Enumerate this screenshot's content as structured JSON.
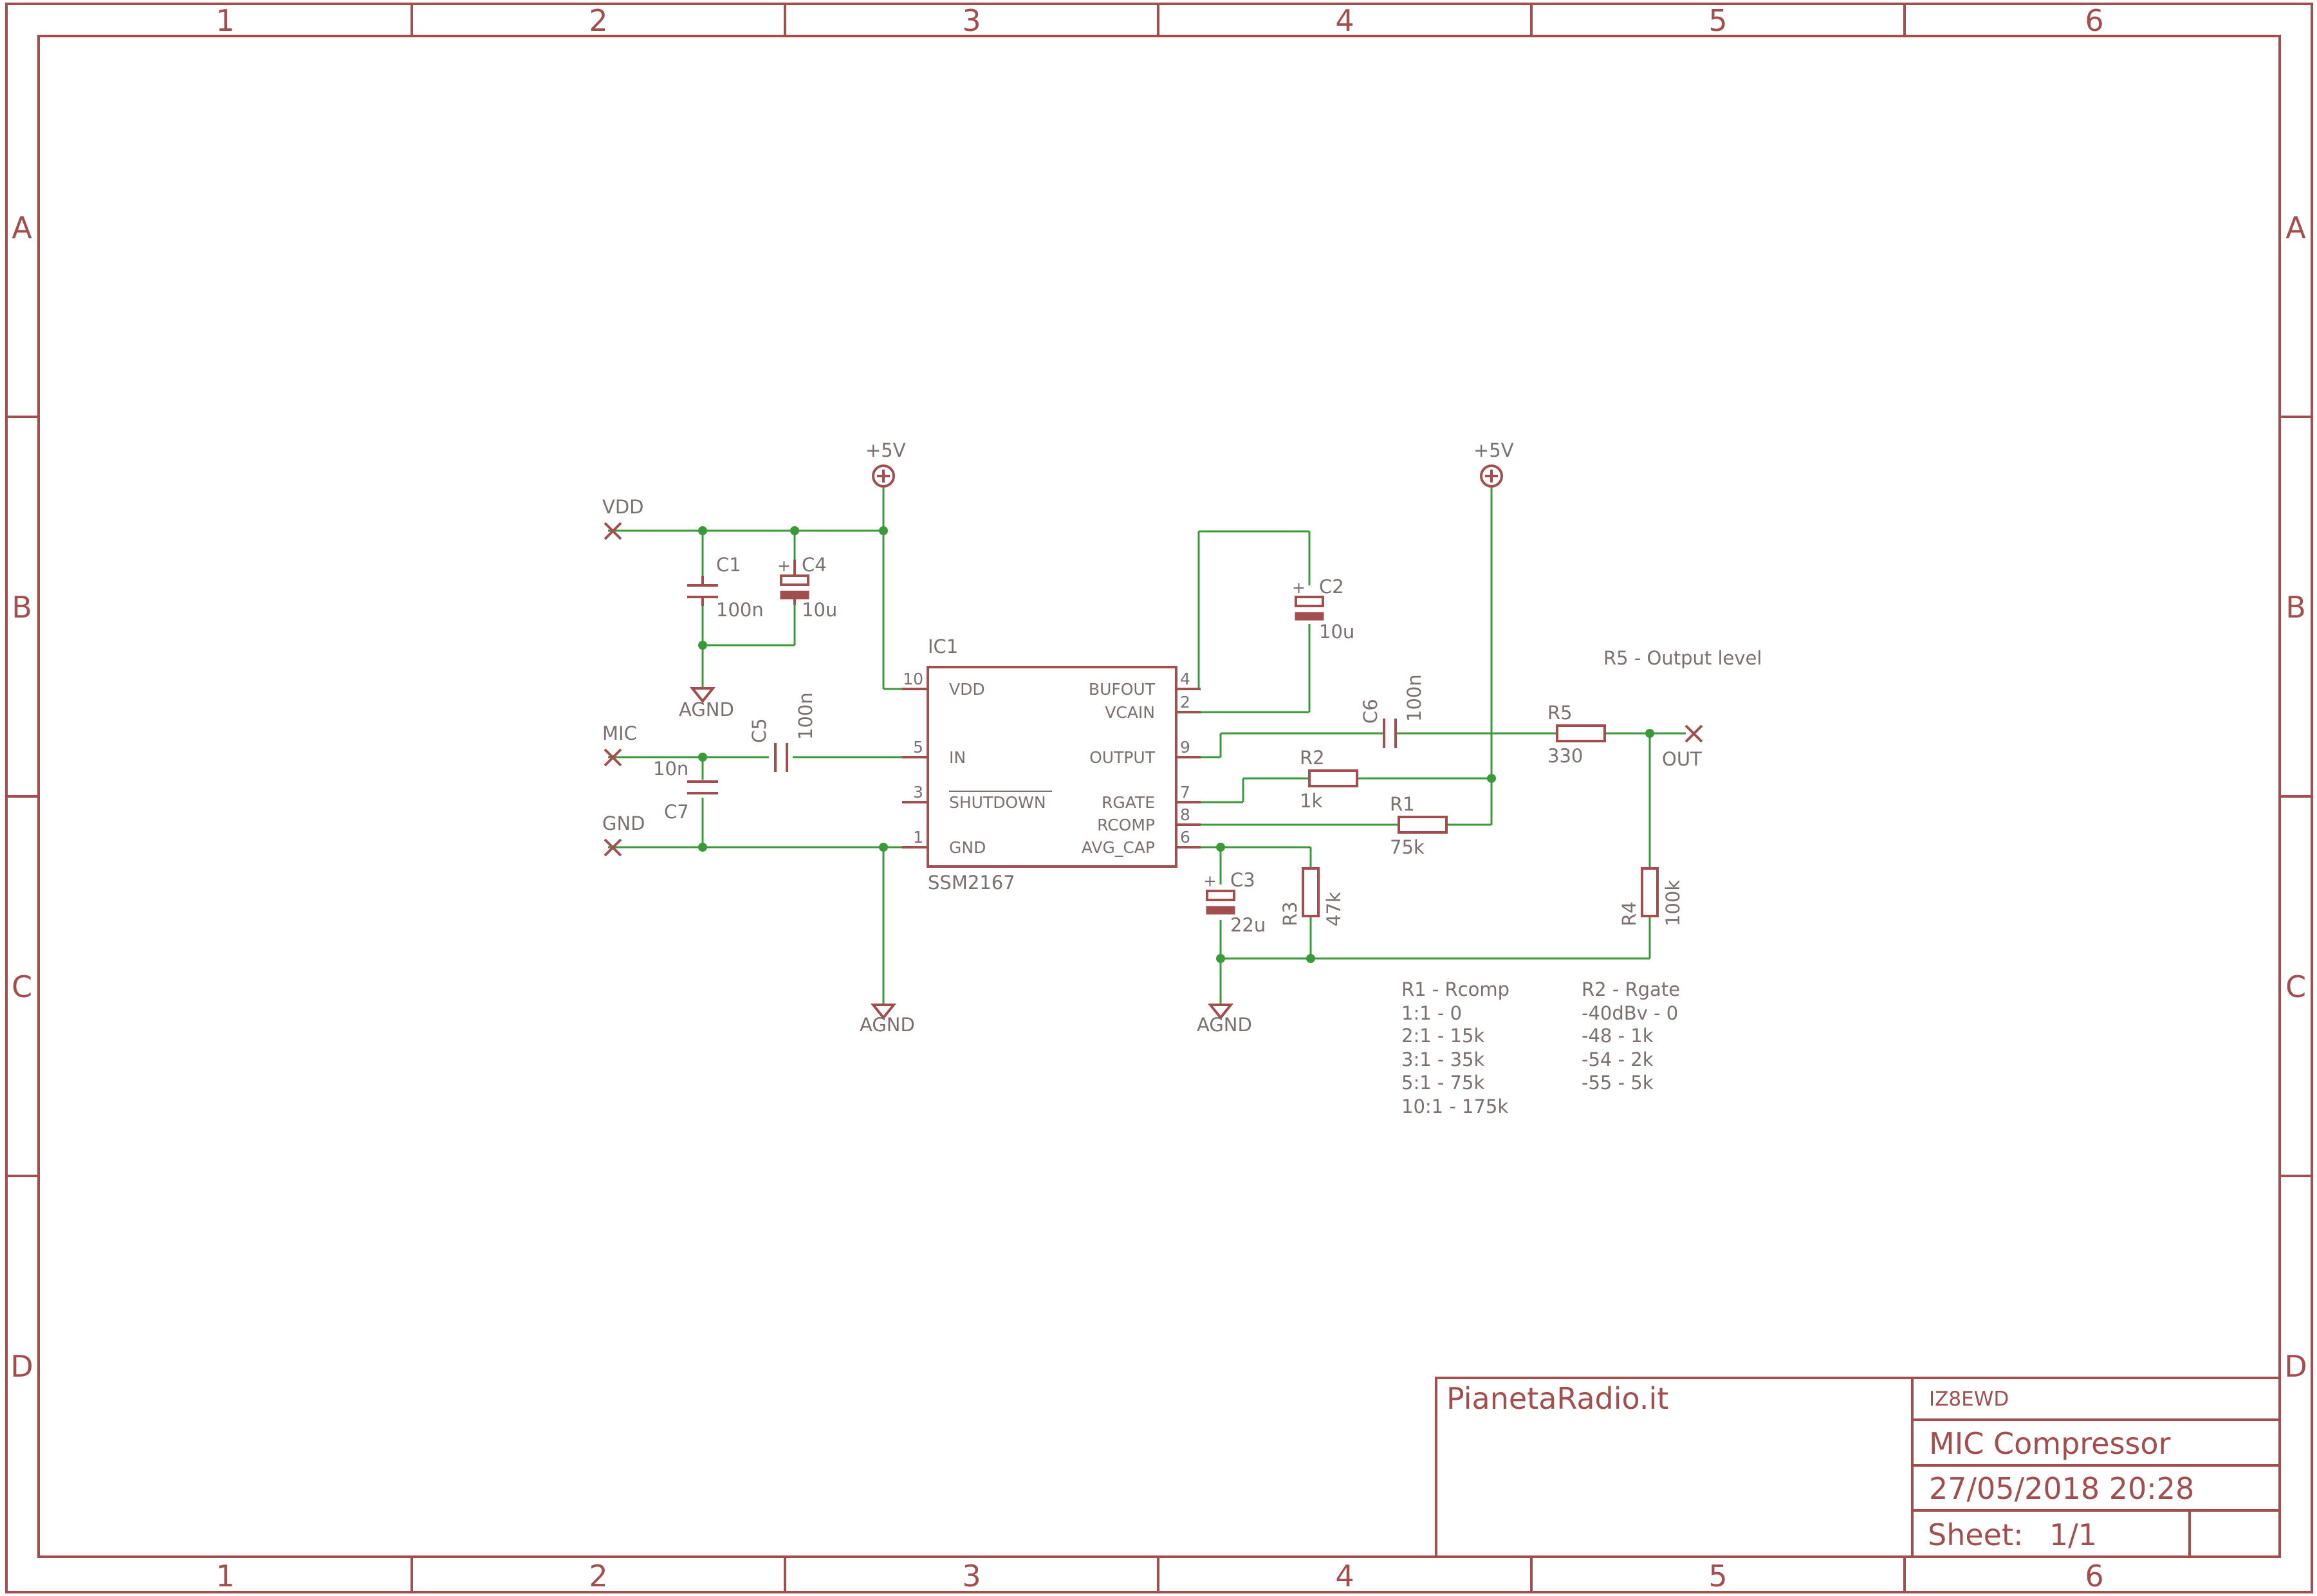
{
  "frame": {
    "columns": [
      "1",
      "2",
      "3",
      "4",
      "5",
      "6"
    ],
    "rows": [
      "A",
      "B",
      "C",
      "D"
    ]
  },
  "title_block": {
    "company": "PianetaRadio.it",
    "author": "IZ8EWD",
    "title": "MIC Compressor",
    "date": "27/05/2018 20:28",
    "sheet_label": "Sheet:",
    "sheet_value": "1/1"
  },
  "ic": {
    "name": "IC1",
    "part": "SSM2167",
    "pins_left": [
      {
        "num": "10",
        "name": "VDD"
      },
      {
        "num": "5",
        "name": "IN"
      },
      {
        "num": "3",
        "name": "SHUTDOWN"
      },
      {
        "num": "1",
        "name": "GND"
      }
    ],
    "pins_right": [
      {
        "num": "4",
        "name": "BUFOUT"
      },
      {
        "num": "2",
        "name": "VCAIN"
      },
      {
        "num": "9",
        "name": "OUTPUT"
      },
      {
        "num": "7",
        "name": "RGATE"
      },
      {
        "num": "8",
        "name": "RCOMP"
      },
      {
        "num": "6",
        "name": "AVG_CAP"
      }
    ]
  },
  "components": {
    "c1": {
      "name": "C1",
      "value": "100n"
    },
    "c2": {
      "name": "C2",
      "value": "10u"
    },
    "c3": {
      "name": "C3",
      "value": "22u"
    },
    "c4": {
      "name": "C4",
      "value": "10u"
    },
    "c5": {
      "name": "C5",
      "value": "100n"
    },
    "c6": {
      "name": "C6",
      "value": "100n"
    },
    "c7": {
      "name": "C7",
      "value": "10n"
    },
    "r1": {
      "name": "R1",
      "value": "75k"
    },
    "r2": {
      "name": "R2",
      "value": "1k"
    },
    "r3": {
      "name": "R3",
      "value": "47k"
    },
    "r4": {
      "name": "R4",
      "value": "100k"
    },
    "r5": {
      "name": "R5",
      "value": "330"
    }
  },
  "ports": {
    "vdd": "VDD",
    "mic": "MIC",
    "gnd": "GND",
    "out": "OUT"
  },
  "supplies": {
    "plus5v": "+5V",
    "agnd": "AGND",
    "polarity": "+"
  },
  "notes": {
    "r5": "R5 - Output level",
    "rcomp_title": "R1 - Rcomp",
    "rcomp": [
      "1:1 - 0",
      "2:1 - 15k",
      "3:1 - 35k",
      "5:1 - 75k",
      "10:1 - 175k"
    ],
    "rgate_title": "R2 - Rgate",
    "rgate": [
      "-40dBv - 0",
      "-48 - 1k",
      "-54 - 2k",
      "-55 - 5k"
    ]
  },
  "colors": {
    "symbol": "#a34e4e",
    "wire": "#3a9a3a",
    "text": "#7b6f6f"
  }
}
